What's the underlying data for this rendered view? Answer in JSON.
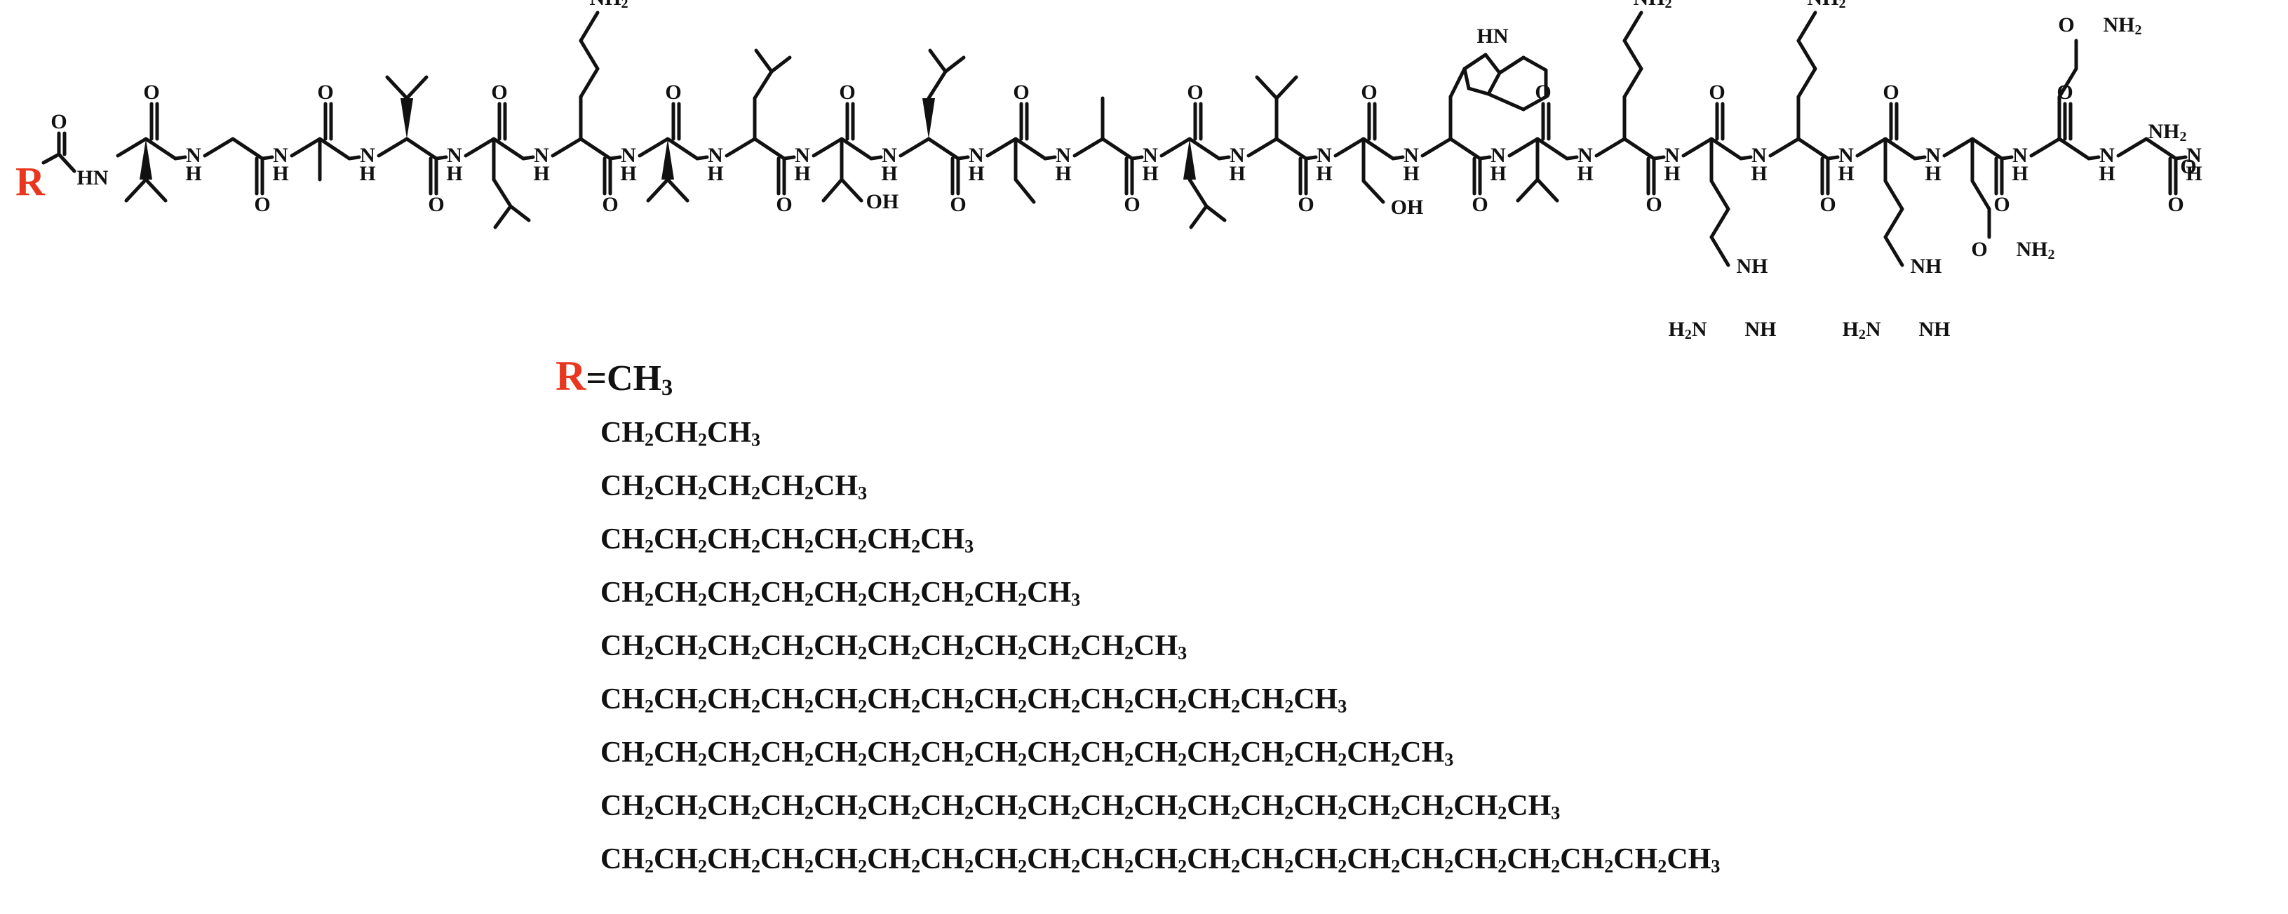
{
  "diagram": {
    "accent_color": "#e8361f",
    "ink_color": "#111111",
    "r_symbol": "R",
    "atom_labels": {
      "hn": "HN",
      "nh": "NH",
      "n": "N",
      "h": "H",
      "o": "O",
      "oh": "OH",
      "nh2": "NH2",
      "h2n": "H2N"
    }
  },
  "r_groups": {
    "header_symbol": "R",
    "header_equals": "=",
    "header_value": "CH3",
    "chains": [
      "CH2CH2CH3",
      "CH2CH2CH2CH2CH3",
      "CH2CH2CH2CH2CH2CH2CH3",
      "CH2CH2CH2CH2CH2CH2CH2CH2CH3",
      "CH2CH2CH2CH2CH2CH2CH2CH2CH2CH2CH3",
      "CH2CH2CH2CH2CH2CH2CH2CH2CH2CH2CH2CH2CH2CH3",
      "CH2CH2CH2CH2CH2CH2CH2CH2CH2CH2CH2CH2CH2CH2CH2CH3",
      "CH2CH2CH2CH2CH2CH2CH2CH2CH2CH2CH2CH2CH2CH2CH2CH2CH2CH3",
      "CH2CH2CH2CH2CH2CH2CH2CH2CH2CH2CH2CH2CH2CH2CH2CH2CH2CH2CH2CH2CH3"
    ]
  }
}
